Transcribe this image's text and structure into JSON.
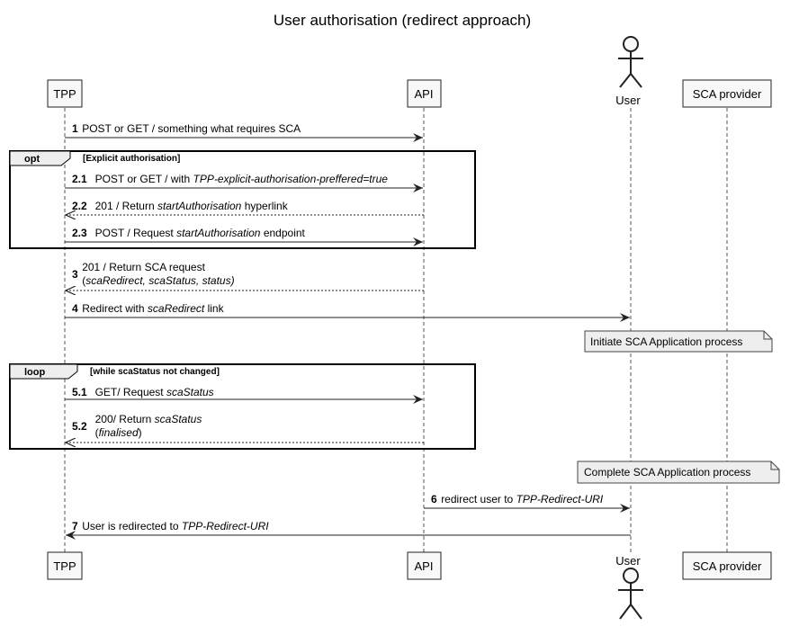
{
  "title": "User authorisation (redirect approach)",
  "participants": [
    {
      "name": "TPP",
      "kind": "box"
    },
    {
      "name": "API",
      "kind": "box"
    },
    {
      "name": "User",
      "kind": "actor"
    },
    {
      "name": "SCA provider",
      "kind": "box"
    }
  ],
  "frames": [
    {
      "label": "opt",
      "condition": "[Explicit authorisation]"
    },
    {
      "label": "loop",
      "condition": "[while scaStatus not changed]"
    }
  ],
  "notes": [
    {
      "text": "Initiate SCA Application process"
    },
    {
      "text": "Complete SCA Application process"
    }
  ],
  "messages": [
    {
      "num": "1",
      "from": "TPP",
      "to": "API",
      "style": "solid",
      "lines": [
        [
          {
            "t": "POST or GET / something what requires SCA"
          }
        ]
      ]
    },
    {
      "num": "2.1",
      "from": "TPP",
      "to": "API",
      "style": "solid",
      "lines": [
        [
          {
            "t": "POST or GET / with "
          },
          {
            "t": "TPP-explicit-authorisation-preffered=true",
            "i": true
          }
        ]
      ]
    },
    {
      "num": "2.2",
      "from": "API",
      "to": "TPP",
      "style": "dashed",
      "lines": [
        [
          {
            "t": "201 / Return "
          },
          {
            "t": "startAuthorisation",
            "i": true
          },
          {
            "t": " hyperlink"
          }
        ]
      ]
    },
    {
      "num": "2.3",
      "from": "TPP",
      "to": "API",
      "style": "solid",
      "lines": [
        [
          {
            "t": "POST / Request "
          },
          {
            "t": "startAuthorisation",
            "i": true
          },
          {
            "t": " endpoint"
          }
        ]
      ]
    },
    {
      "num": "3",
      "from": "API",
      "to": "TPP",
      "style": "dashed",
      "lines": [
        [
          {
            "t": "201 / Return SCA request"
          }
        ],
        [
          {
            "t": "("
          },
          {
            "t": "scaRedirect, scaStatus, status)",
            "i": true
          }
        ]
      ]
    },
    {
      "num": "4",
      "from": "TPP",
      "to": "User",
      "style": "solid",
      "lines": [
        [
          {
            "t": "Redirect with "
          },
          {
            "t": "scaRedirect",
            "i": true
          },
          {
            "t": " link"
          }
        ]
      ]
    },
    {
      "num": "5.1",
      "from": "TPP",
      "to": "API",
      "style": "solid",
      "lines": [
        [
          {
            "t": "GET/ Request "
          },
          {
            "t": "scaStatus",
            "i": true
          }
        ]
      ]
    },
    {
      "num": "5.2",
      "from": "API",
      "to": "TPP",
      "style": "dashed",
      "lines": [
        [
          {
            "t": "200/ Return "
          },
          {
            "t": "scaStatus",
            "i": true
          }
        ],
        [
          {
            "t": "("
          },
          {
            "t": "finalised",
            "i": true
          },
          {
            "t": ")"
          }
        ]
      ]
    },
    {
      "num": "6",
      "from": "API",
      "to": "User",
      "style": "solid",
      "lines": [
        [
          {
            "t": "redirect user to "
          },
          {
            "t": "TPP-Redirect-URI",
            "i": true
          }
        ]
      ]
    },
    {
      "num": "7",
      "from": "User",
      "to": "TPP",
      "style": "solid",
      "lines": [
        [
          {
            "t": "User is redirected to "
          },
          {
            "t": "TPP-Redirect-URI",
            "i": true
          }
        ]
      ]
    }
  ]
}
